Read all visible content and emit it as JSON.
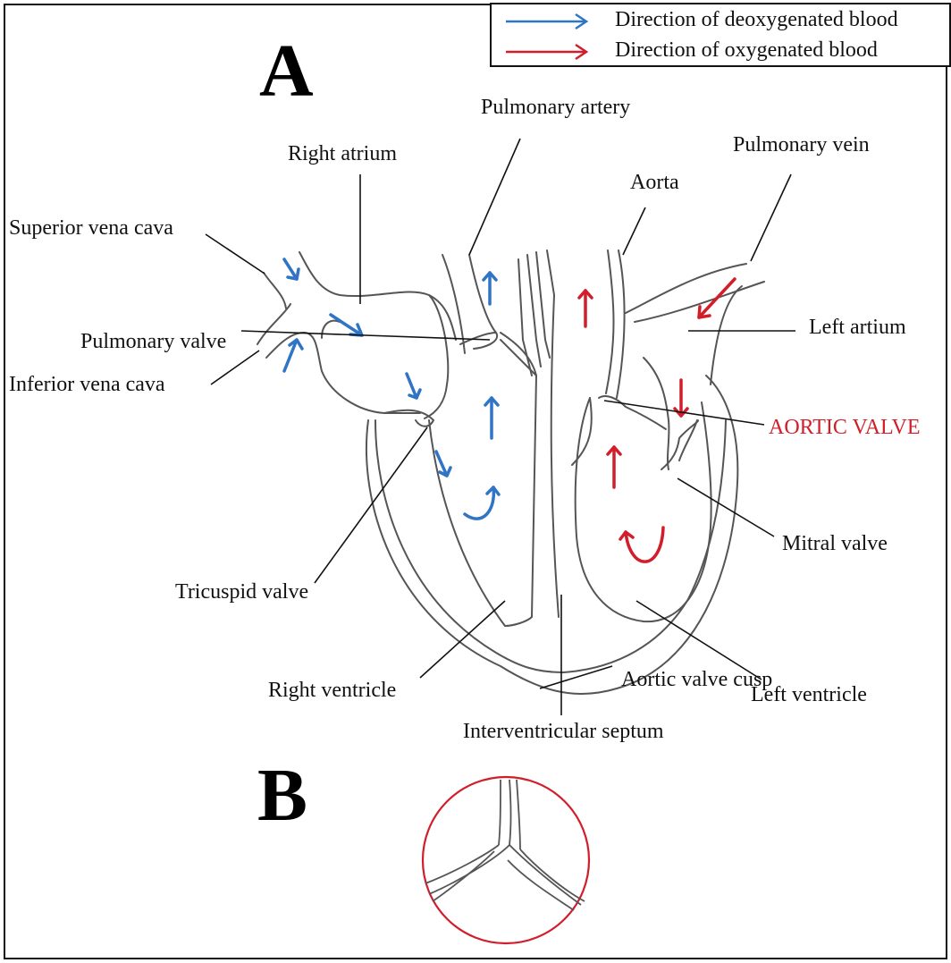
{
  "colors": {
    "deoxygenated": "#2f74c5",
    "oxygenated": "#d21d2a",
    "outline": "#555555",
    "highlight_label": "#d21d2a"
  },
  "legend": {
    "deoxygenated_label": "Direction of deoxygenated blood",
    "oxygenated_label": "Direction of oxygenated blood"
  },
  "panels": {
    "a": "A",
    "b": "B"
  },
  "labels": {
    "pulmonary_artery": "Pulmonary artery",
    "right_atrium": "Right atrium",
    "pulmonary_vein": "Pulmonary vein",
    "aorta": "Aorta",
    "superior_vena_cava": "Superior vena cava",
    "left_atrium": "Left artium",
    "inferior_vena_cava": "Inferior vena cava",
    "aortic_valve": "AORTIC VALVE",
    "pulmonary_valve": "Pulmonary valve",
    "mitral_valve": "Mitral valve",
    "tricuspid_valve": "Tricuspid valve",
    "right_ventricle": "Right ventricle",
    "left_ventricle": "Left ventricle",
    "interventricular_septum": "Interventricular septum",
    "aortic_valve_cusp": "Aortic valve cusp"
  }
}
